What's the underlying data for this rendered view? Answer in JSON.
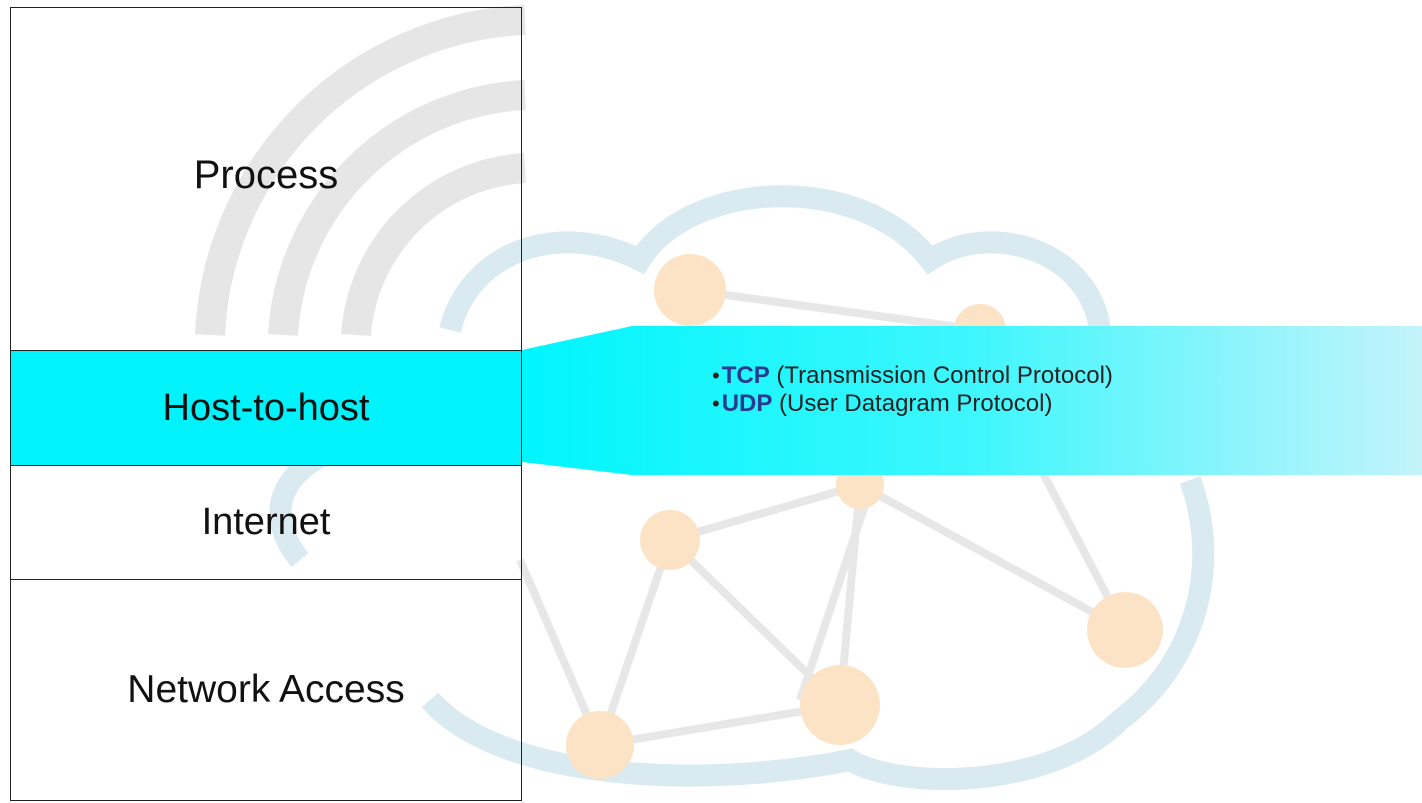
{
  "layers": [
    {
      "id": "process",
      "label": "Process",
      "highlighted": false
    },
    {
      "id": "host",
      "label": "Host-to-host",
      "highlighted": true
    },
    {
      "id": "internet",
      "label": "Internet",
      "highlighted": false
    },
    {
      "id": "netaccess",
      "label": "Network Access",
      "highlighted": false
    }
  ],
  "callout": {
    "items": [
      {
        "bullet": "•",
        "name": "TCP",
        "desc": " (Transmission Control Protocol)"
      },
      {
        "bullet": "•",
        "name": "UDP",
        "desc": " (User Datagram Protocol)"
      }
    ]
  },
  "colors": {
    "highlight": "#00f2fb",
    "callout_start": "#00f5fd",
    "callout_end": "#c4f3fb",
    "bg_arc": "#e6e6e6",
    "bg_cloud": "#d6e8ef",
    "bg_node": "#fde2c2",
    "bullet_name": "#2b3a8f"
  }
}
